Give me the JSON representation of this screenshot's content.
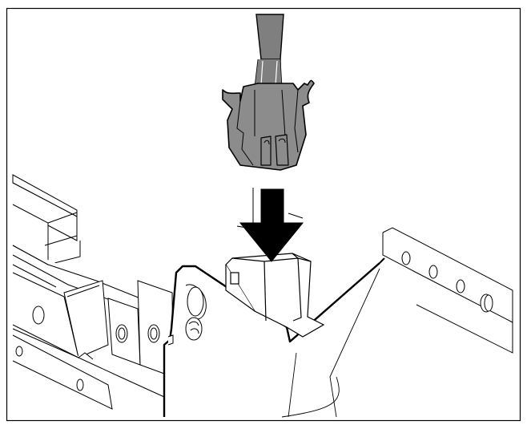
{
  "figure": {
    "frame_color": "#000000",
    "connector_fill": "#8c8c8c",
    "cable_fill": "#7f7f7f",
    "arrow_fill": "#000000",
    "line_color": "#000000",
    "background": "#ffffff"
  },
  "parts": {
    "cable": "cable",
    "connector_plug": "connector-plug",
    "insert_arrow": "down-arrow-icon",
    "socket": "connector-socket",
    "screw": "screw-icon",
    "chassis_panel": "chassis-panel",
    "left_rail": "left-rail",
    "right_bracket": "right-bracket"
  }
}
